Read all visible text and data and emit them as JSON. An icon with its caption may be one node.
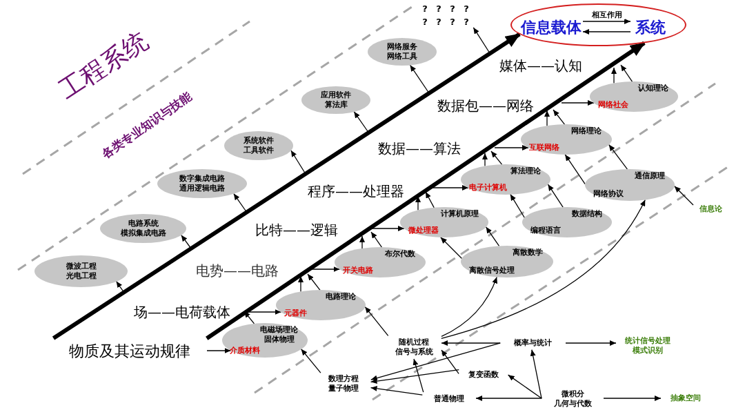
{
  "diagram": {
    "nodes": [
      {
        "text": [],
        "shape": "ellipse"
      },
      {
        "text": [
          "信息载体"
        ],
        "in": 0
      },
      {
        "text": [
          "系统"
        ],
        "in": 0
      },
      {
        "text": [
          "? ? ? ? ? ? ? ?"
        ]
      },
      {
        "text": [
          "网络服务网络工具"
        ]
      },
      {
        "text": [
          "应用软件算法库"
        ]
      },
      {
        "text": [
          "系统软件工具软件"
        ]
      },
      {
        "text": [
          "数字集成电路通用逻辑电路"
        ]
      },
      {
        "text": [
          "电路系统模拟集成电路"
        ]
      },
      {
        "text": [
          "微波工程光电工程"
        ]
      },
      {
        "text": [
          "物质及其运动规律"
        ]
      },
      {
        "text": [
          "电磁场理论固体物理",
          "介质材料"
        ]
      },
      {
        "text": [
          "电路理论",
          "元器件"
        ]
      },
      {
        "text": [
          "布尔代数",
          "开关电路"
        ]
      },
      {
        "text": [
          "计算机原理",
          "微处理器"
        ]
      },
      {
        "text": [
          "算法理论",
          "电子计算机"
        ]
      },
      {
        "text": [
          "网络理论",
          "互联网络"
        ]
      },
      {
        "text": [
          "认知理论",
          "网络社会"
        ]
      },
      {
        "text": [
          "离散数学",
          "离散信号处理"
        ]
      },
      {
        "text": [
          "数据结构",
          "编程语言"
        ]
      },
      {
        "text": [
          "通信原理",
          "网络协议"
        ]
      },
      {
        "text": [
          "信息论"
        ]
      },
      {
        "text": [
          "数理方程量子物理"
        ]
      },
      {
        "text": [
          "随机过程信号与系统"
        ]
      },
      {
        "text": [
          "概率与统计"
        ]
      },
      {
        "text": [
          "统计信号处理模式识别"
        ]
      },
      {
        "text": [
          "复变函数"
        ]
      },
      {
        "text": [
          "普通物理"
        ]
      },
      {
        "text": [
          "微积分几何与代数"
        ]
      },
      {
        "text": [
          "抽象空间"
        ]
      }
    ],
    "edges": [
      {
        "from": 1,
        "to": 2,
        "arrow": "to",
        "label": "相互作用"
      },
      {
        "from": 2,
        "to": 1,
        "arrow": "to"
      },
      {
        "from": 10,
        "to": 0,
        "arrow": "to",
        "style": "thick"
      },
      {
        "from": 10,
        "to": 0,
        "arrow": "to",
        "style": "thick"
      },
      {
        "from": null,
        "to": 3,
        "arrow": "to"
      },
      {
        "from": null,
        "to": 4,
        "arrow": "to"
      },
      {
        "from": null,
        "to": 5,
        "arrow": "to"
      },
      {
        "from": null,
        "to": 6,
        "arrow": "to"
      },
      {
        "from": null,
        "to": 7,
        "arrow": "to"
      },
      {
        "from": null,
        "to": 8,
        "arrow": "to"
      },
      {
        "from": null,
        "to": 9,
        "arrow": "to"
      },
      {
        "from": 10,
        "to": 11,
        "arrow": "to"
      },
      {
        "from": null,
        "to": 12,
        "arrow": "to"
      },
      {
        "from": 11,
        "to": null,
        "arrow": "to"
      },
      {
        "from": 12,
        "to": null,
        "arrow": "to"
      },
      {
        "from": 12,
        "to": null,
        "arrow": "to"
      },
      {
        "from": null,
        "to": 13,
        "arrow": "to"
      },
      {
        "from": 13,
        "to": null,
        "arrow": "to"
      },
      {
        "from": 13,
        "to": null,
        "arrow": "to"
      },
      {
        "from": null,
        "to": 14,
        "arrow": "to"
      },
      {
        "from": 14,
        "to": null,
        "arrow": "to"
      },
      {
        "from": 14,
        "to": null,
        "arrow": "to"
      },
      {
        "from": null,
        "to": 15,
        "arrow": "to"
      },
      {
        "from": 15,
        "to": null,
        "arrow": "to"
      },
      {
        "from": 15,
        "to": null,
        "arrow": "to"
      },
      {
        "from": null,
        "to": 16,
        "arrow": "to"
      },
      {
        "from": 16,
        "to": null,
        "arrow": "to"
      },
      {
        "from": 16,
        "to": null,
        "arrow": "to"
      },
      {
        "from": null,
        "to": 17,
        "arrow": "to"
      },
      {
        "from": 17,
        "to": null,
        "arrow": "to"
      },
      {
        "from": 17,
        "to": null,
        "arrow": "to"
      },
      {
        "from": 18,
        "to": 14,
        "arrow": "to"
      },
      {
        "from": 18,
        "to": 14,
        "arrow": "to"
      },
      {
        "from": 19,
        "to": 15,
        "arrow": "to"
      },
      {
        "from": 19,
        "to": 15,
        "arrow": "to"
      },
      {
        "from": 20,
        "to": 16,
        "arrow": "to"
      },
      {
        "from": 20,
        "to": 16,
        "arrow": "to"
      },
      {
        "from": 21,
        "to": 20,
        "arrow": "to"
      },
      {
        "from": 23,
        "to": 20,
        "arrow": "to"
      },
      {
        "from": 23,
        "to": 18,
        "arrow": "to"
      },
      {
        "from": 24,
        "to": 23,
        "arrow": "to"
      },
      {
        "from": 24,
        "to": 25,
        "arrow": "to"
      },
      {
        "from": 24,
        "to": 22,
        "arrow": "to"
      },
      {
        "from": 26,
        "to": 23,
        "arrow": "to"
      },
      {
        "from": 26,
        "to": 22,
        "arrow": "to"
      },
      {
        "from": 27,
        "to": 23,
        "arrow": "to"
      },
      {
        "from": 27,
        "to": 22,
        "arrow": "to"
      },
      {
        "from": 28,
        "to": 27,
        "arrow": "to"
      },
      {
        "from": 28,
        "to": 26,
        "arrow": "to"
      },
      {
        "from": 28,
        "to": 24,
        "arrow": "to"
      },
      {
        "from": 28,
        "to": 29,
        "arrow": "to"
      },
      {
        "from": 22,
        "to": 11,
        "arrow": "to"
      },
      {
        "from": 23,
        "to": 12,
        "arrow": "to"
      }
    ],
    "labels": [
      "工程系统",
      "各类专业知识与技能",
      "媒体——认知",
      "数据包——网络",
      "数据——算法",
      "程序——处理器",
      "比特——逻辑",
      "电势——电路",
      "场——电荷载体"
    ]
  }
}
